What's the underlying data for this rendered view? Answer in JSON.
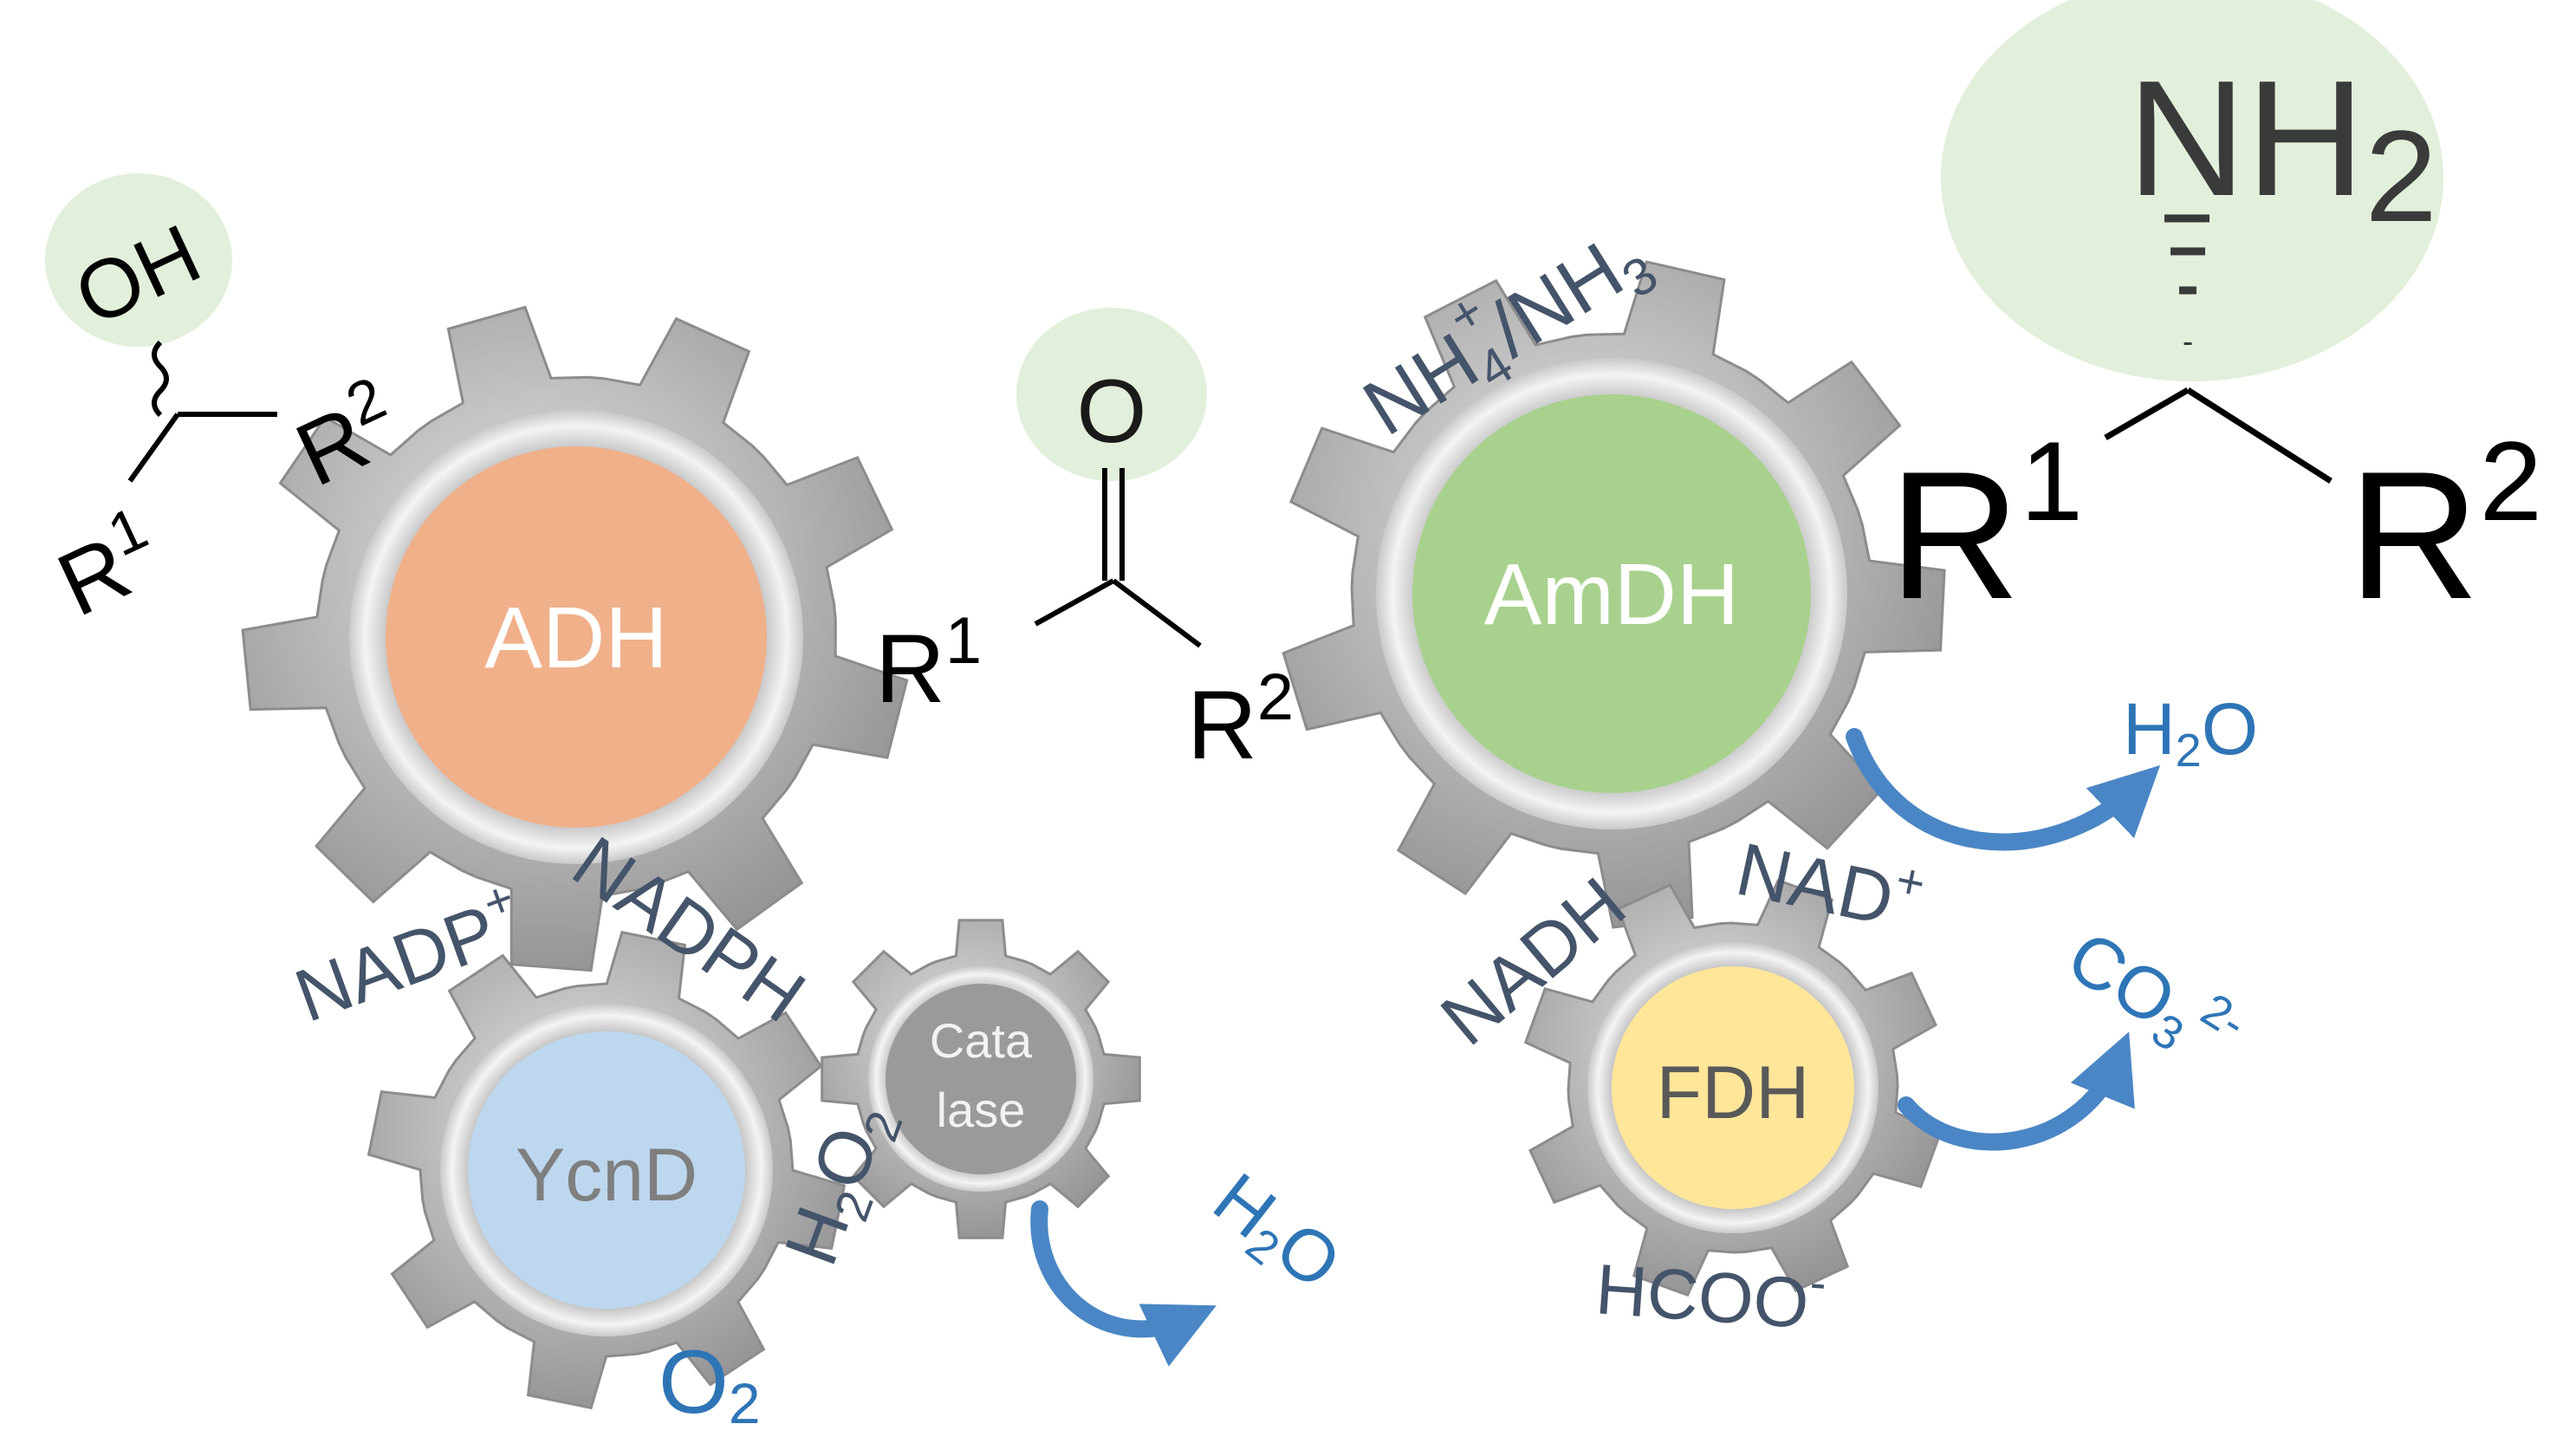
{
  "enzymes": {
    "adh": "ADH",
    "amdh": "AmDH",
    "ycnd": "YcnD",
    "catalase_line1": "Cata",
    "catalase_line2": "lase",
    "fdh": "FDH"
  },
  "substrate_alcohol": {
    "oh": "OH",
    "r1": "R",
    "r1_sup": "1",
    "r2": "R",
    "r2_sup": "2"
  },
  "ketone": {
    "o": "O",
    "r1": "R",
    "r1_sup": "1",
    "r2": "R",
    "r2_sup": "2"
  },
  "amine_product": {
    "n": "N",
    "h": "H",
    "sub": "2",
    "r1": "R",
    "r1_sup": "1",
    "r2": "R",
    "r2_sup": "2"
  },
  "cofactors": {
    "nadp_plus": "NADP",
    "nadp_plus_sup": "+",
    "nadph": "NADPH",
    "nadh": "NADH",
    "nad_plus": "NAD",
    "nad_plus_sup": "+",
    "ammonium_nh": "NH",
    "ammonium_sub": "4",
    "ammonium_sup": "+",
    "ammonia_slash": "/NH",
    "ammonia_sub": "3"
  },
  "small_molecules": {
    "h2o2_h": "H",
    "h2o2_sub1": "2",
    "h2o2_o": "O",
    "h2o2_sub2": "2",
    "o2_o": "O",
    "o2_sub": "2",
    "formate": "HCOO",
    "formate_sup": "-",
    "water_amdh_h": "H",
    "water_amdh_sub": "2",
    "water_amdh_o": "O",
    "water_cat_h": "H",
    "water_cat_sub": "2",
    "water_cat_o": "O",
    "carbonate": "CO",
    "carbonate_sub": "3",
    "carbonate_sup": "2-"
  },
  "colors": {
    "gear": "#a9a9aa",
    "adh": "#f0b08a",
    "amdh": "#a9d18e",
    "ycnd": "#bdd7ee",
    "catalase": "#9a9a9a",
    "fdh": "#ffe699",
    "highlight": "#e2efda",
    "cofactor_text": "#44546a",
    "product_text": "#2e75b6",
    "arrow": "#4a86c5"
  }
}
